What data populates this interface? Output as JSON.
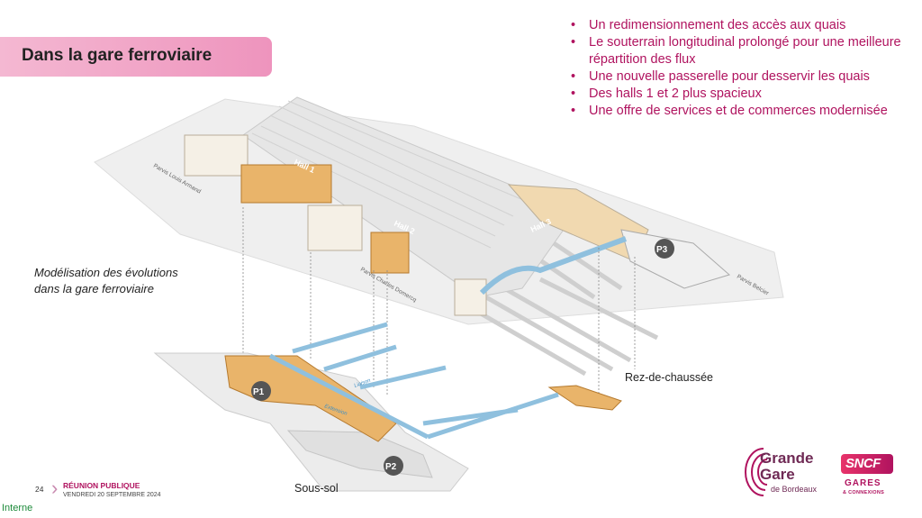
{
  "title": "Dans la gare ferroviaire",
  "bullets": [
    "Un redimensionnement des accès aux quais",
    "Le souterrain longitudinal prolongé pour une meilleure répartition des flux",
    "Une nouvelle passerelle pour desservir les quais",
    "Des halls 1 et 2 plus spacieux",
    "Une offre de services et de commerces modernisée"
  ],
  "caption": [
    "Modélisation des évolutions",
    "dans la gare ferroviaire"
  ],
  "diagram": {
    "halls": [
      "Hall 1",
      "Hall 2",
      "Hall 3"
    ],
    "streets": [
      "Parvis Louis Armand",
      "Parvis Charles Domercq",
      "Parvis Belcier"
    ],
    "parkings": [
      "P1",
      "P2",
      "P3"
    ],
    "underground_labels": [
      "Liaison",
      "Extension"
    ],
    "levels": {
      "ground": "Rez-de-chaussée",
      "basement": "Sous-sol"
    }
  },
  "footer": {
    "page": "24",
    "event": "RÉUNION PUBLIQUE",
    "date": "VENDREDI 20 SEPTEMBRE 2024",
    "classification": "Interne"
  },
  "logos": {
    "grande_gare": [
      "Grande",
      "Gare",
      "de Bordeaux"
    ],
    "sncf": [
      "SNCF",
      "GARES",
      "& CONNEXIONS"
    ]
  },
  "colors": {
    "accent": "#b0135f",
    "band": "#ee94bd",
    "orange": "#e8b56a",
    "blue": "#8fc0de"
  }
}
